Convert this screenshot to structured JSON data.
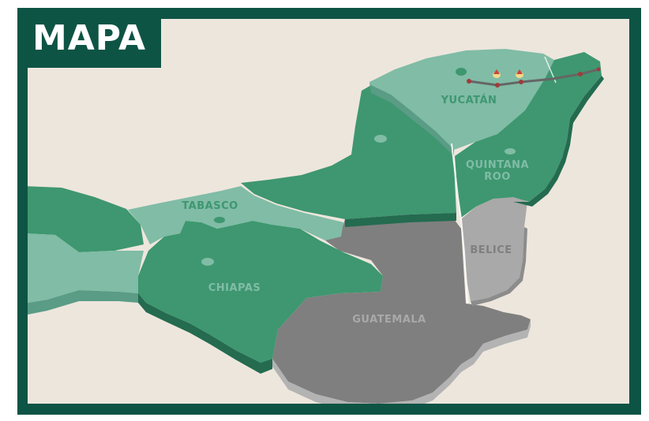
{
  "header": {
    "title": "MAPA"
  },
  "regions": {
    "yucatan": "YUCATÁN",
    "quintana_roo_line1": "QUINTANA",
    "quintana_roo_line2": "ROO",
    "tabasco": "TABASCO",
    "chiapas": "CHIAPAS",
    "belice": "BELICE",
    "guatemala": "GUATEMALA"
  },
  "colors": {
    "frame": "#0e5445",
    "background": "#ede6dd",
    "dark_green": "#3e9770",
    "light_green": "#80bca6",
    "dark_gray": "#7f7f7f",
    "light_gray": "#a9a9a9"
  }
}
